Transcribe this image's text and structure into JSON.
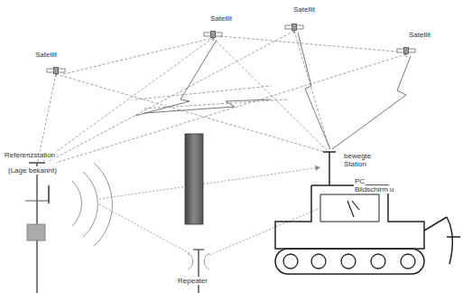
{
  "diagram": {
    "labels": [
      "Satellit",
      "Satellit",
      "Satellit",
      "Satellit",
      "Referenzstation",
      "(Lage bekannt)",
      "bewegte Station",
      "PC",
      "Bildschirm u",
      "Repeater"
    ]
  }
}
